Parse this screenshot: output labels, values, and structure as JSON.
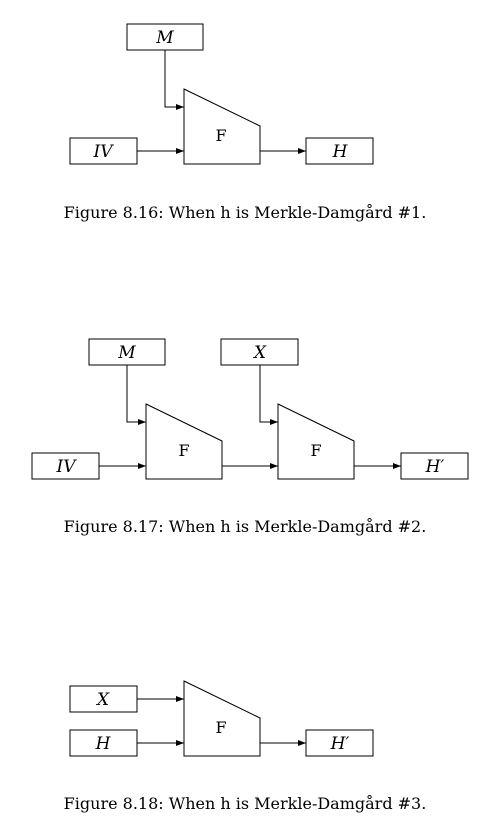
{
  "figures": [
    {
      "caption": "Figure 8.16: When h is Merkle-Damgård #1.",
      "boxes": {
        "top": "M",
        "left": "IV",
        "output": "H"
      },
      "block": "F"
    },
    {
      "caption": "Figure 8.17: When h is Merkle-Damgård #2.",
      "boxes": {
        "top1": "M",
        "top2": "X",
        "left": "IV",
        "output": "H′"
      },
      "blocks": [
        "F",
        "F"
      ]
    },
    {
      "caption": "Figure 8.18: When h is Merkle-Damgård #3.",
      "boxes": {
        "input1": "X",
        "input2": "H",
        "output": "H′"
      },
      "block": "F"
    }
  ]
}
